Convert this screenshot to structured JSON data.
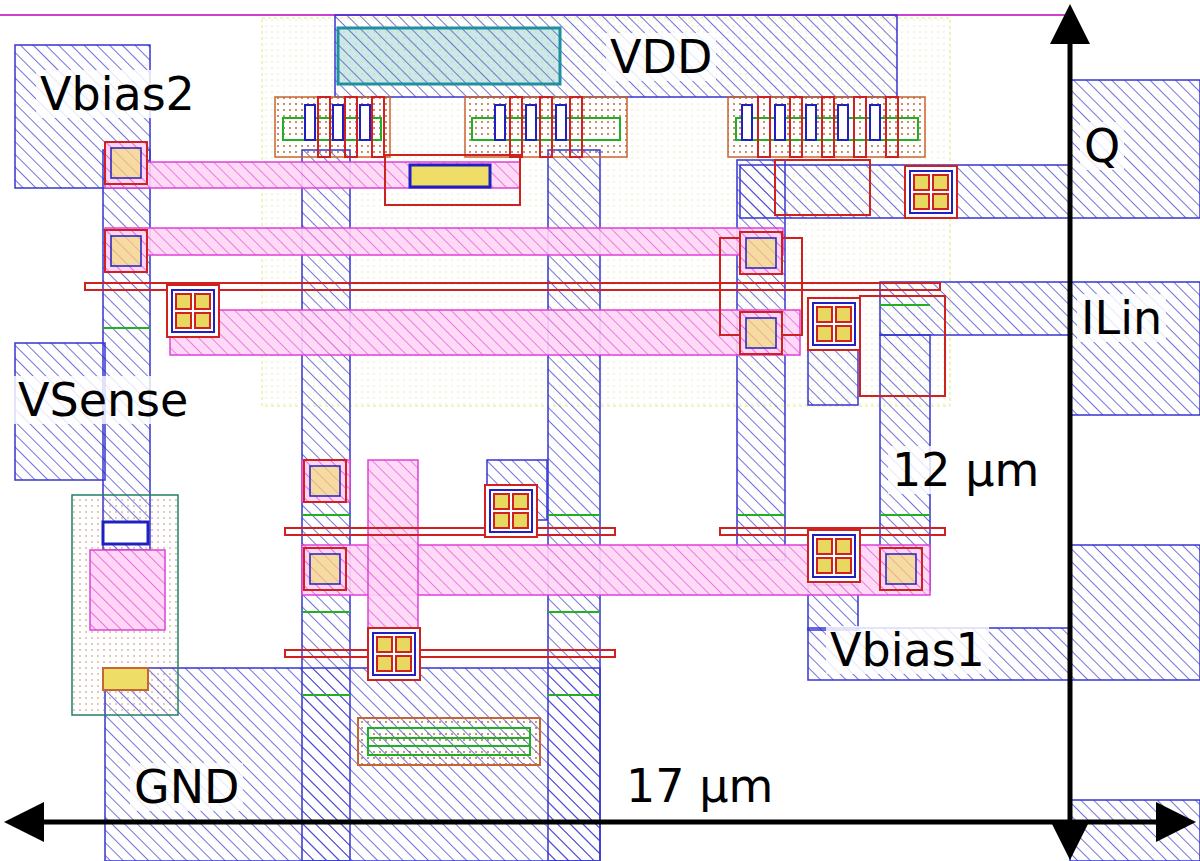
{
  "diagram": {
    "labels": [
      "VDD",
      "Vbias2",
      "Q",
      "ILin",
      "VSense",
      "12 µm",
      "Vbias1",
      "17 µm",
      "GND"
    ]
  }
}
